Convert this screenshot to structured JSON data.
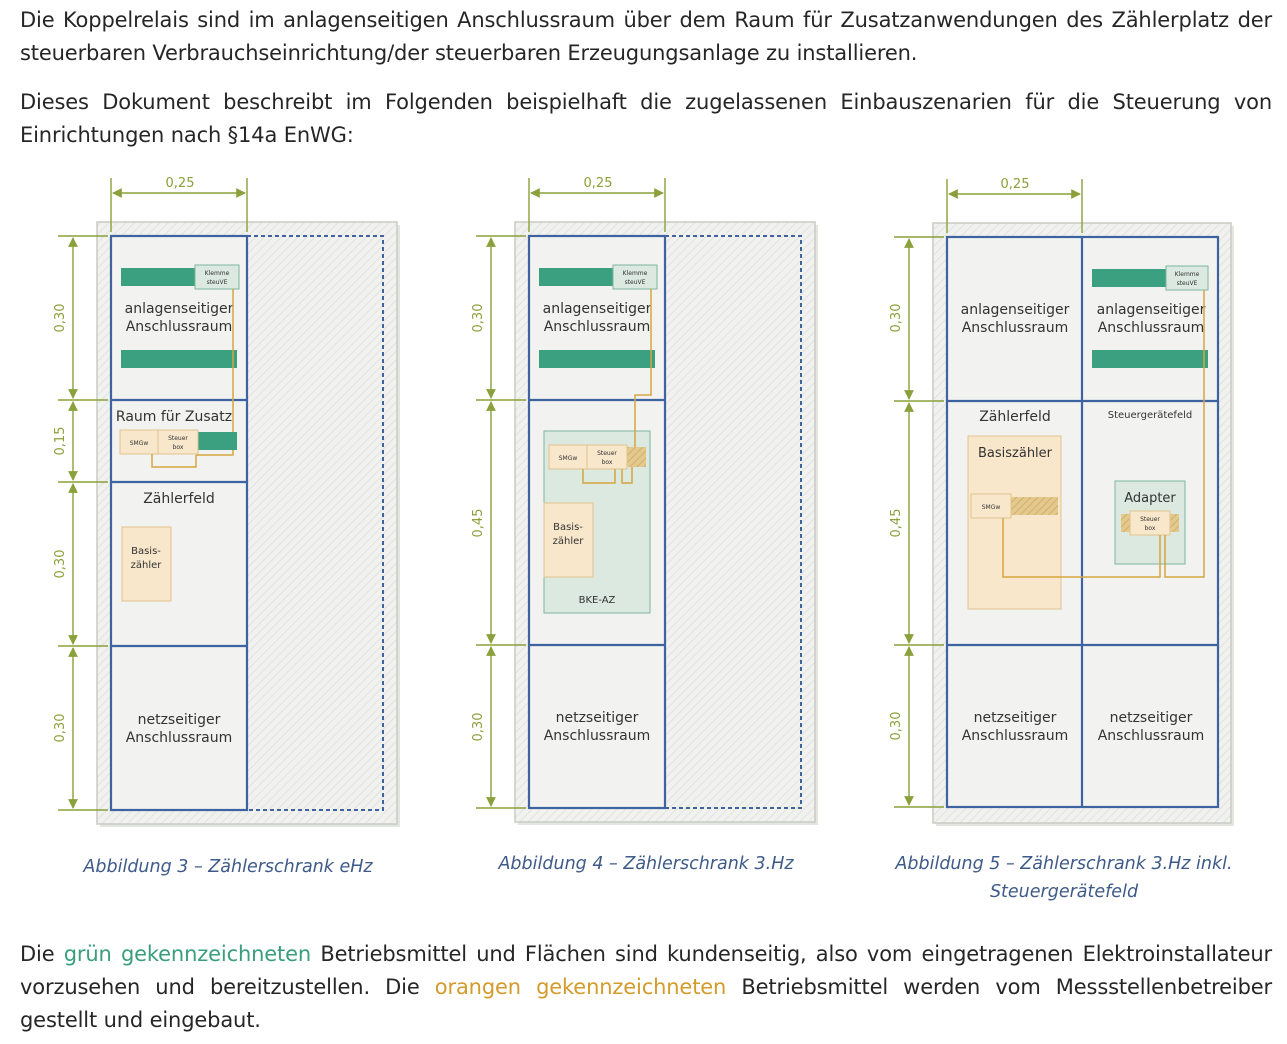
{
  "paragraphs": {
    "p1": "Die Koppelrelais sind im anlagenseitigen Anschlussraum über dem Raum für Zusatzanwendungen des Zählerplatz der steuerbaren Verbrauchseinrichtung/der steuerbaren Erzeugungsanlage zu installieren.",
    "p2": "Dieses Dokument beschreibt im Folgenden beispielhaft die zugelassenen Einbauszenarien für die Steuerung von Einrichtungen nach §14a EnWG:",
    "p3_a": "Die ",
    "p3_green": "grün gekennzeichneten",
    "p3_b": " Betriebsmittel und Flächen sind kundenseitig, also vom eingetragenen Elektroinstallateur vorzusehen und bereitzustellen. Die ",
    "p3_orange": "orangen gekennzeichneten",
    "p3_c": " Betriebsmittel werden vom Messstellenbetreiber gestellt und eingebaut."
  },
  "captions": {
    "fig3": "Abbildung 3 – Zählerschrank eHz",
    "fig4": "Abbildung 4 – Zählerschrank 3.Hz",
    "fig5_line1": "Abbildung 5 – Zählerschrank 3.Hz inkl.",
    "fig5_line2": "Steuergerätefeld"
  },
  "figures": {
    "dim_width": "0,25",
    "dim_030": "0,30",
    "dim_015": "0,15",
    "dim_045": "0,45",
    "anlagen_l1": "anlagenseitiger",
    "anlagen_l2": "Anschlussraum",
    "netz_l1": "netzseitiger",
    "netz_l2": "Anschlussraum",
    "zusatz": "Raum für Zusatz",
    "zaehlerfeld": "Zählerfeld",
    "steuergeraetefeld": "Steuergerätefeld",
    "klemme_l1": "Klemme",
    "klemme_l2": "steuVE",
    "smgw": "SMGw",
    "steuer_l1": "Steuer",
    "steuer_l2": "box",
    "basis_l1": "Basis-",
    "basis_l2": "zähler",
    "basiszaehler": "Basiszähler",
    "bke": "BKE-AZ",
    "adapter": "Adapter"
  },
  "colors": {
    "frame_blue": "#3d63a0",
    "green_fill": "#3aa07f",
    "green_light": "#dbe9e1",
    "orange_fill": "#f8e7cb",
    "orange_line": "#d6a640",
    "dim_green": "#8aa03a",
    "caption_blue": "#3e5a88"
  }
}
